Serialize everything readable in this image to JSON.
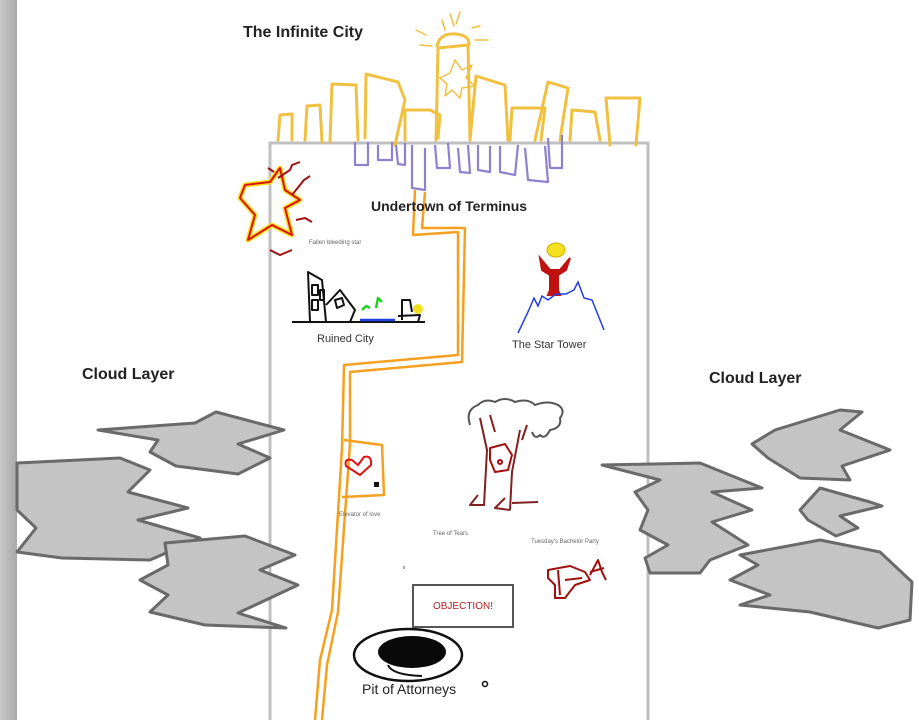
{
  "labels": {
    "infinite_city": "The Infinite City",
    "undertown": "Undertown of Terminus",
    "fallen_star": "Fallen bleeding star",
    "ruined_city": "Ruined City",
    "star_tower": "The Star Tower",
    "cloud_layer_left": "Cloud Layer",
    "cloud_layer_right": "Cloud Layer",
    "elevator": "Elevator of love",
    "tree": "Tree of Tears",
    "bachelor_party": "Tuesday's Bachelor Party",
    "objection": "OBJECTION!",
    "pit": "Pit of Attorneys"
  },
  "colors": {
    "city": "#f0c040",
    "undertown": "#9080d0",
    "path": "#f5a020",
    "frame": "#c0c0c0",
    "cloud_fill": "#c4c4c4",
    "cloud_stroke": "#6a6a6a",
    "dark_red": "#a01010",
    "red": "#e01010",
    "blue": "#2040e0",
    "objection_text": "#b22222"
  }
}
